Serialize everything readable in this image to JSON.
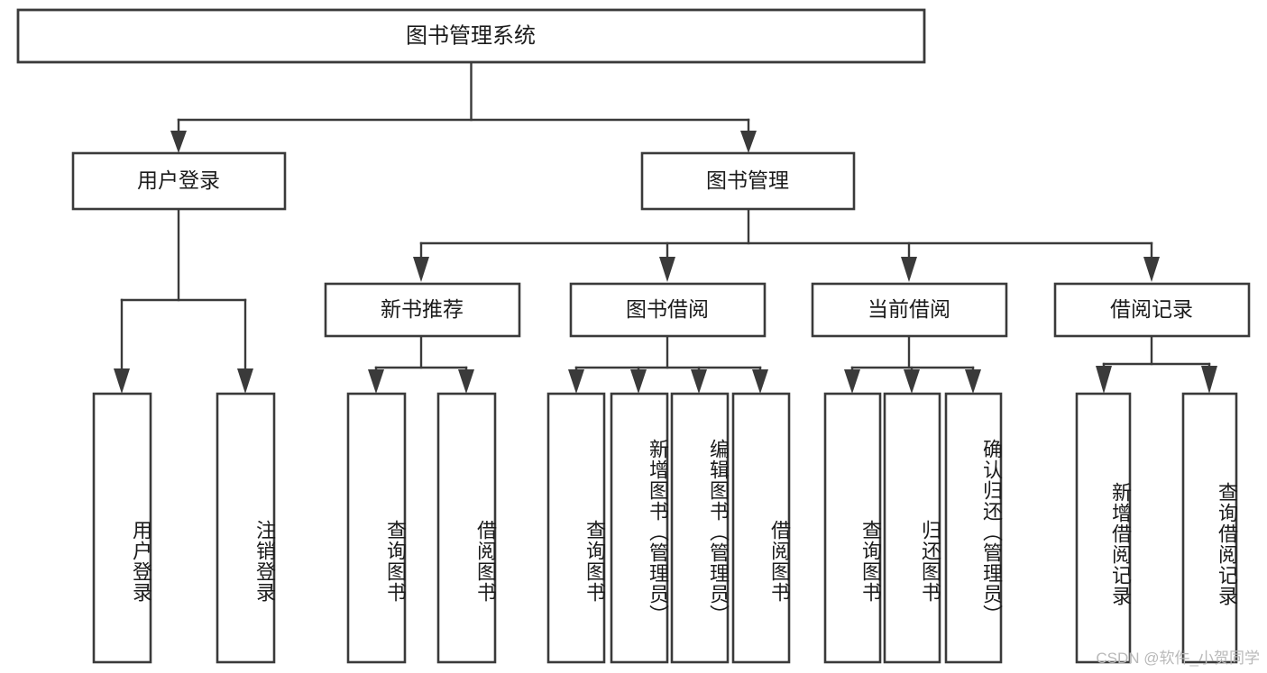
{
  "diagram": {
    "type": "tree-hierarchy",
    "title": "图书管理系统",
    "watermark": "CSDN @软件_小贺同学",
    "colors": {
      "stroke": "#3a3a3a",
      "fill": "#ffffff",
      "text": "#1b1b1b",
      "watermark": "#b9b9b9",
      "background": "#ffffff"
    },
    "levels": {
      "root": {
        "label": "图书管理系统"
      },
      "level2": [
        {
          "label": "用户登录"
        },
        {
          "label": "图书管理"
        }
      ],
      "level3": [
        {
          "label": "新书推荐"
        },
        {
          "label": "图书借阅"
        },
        {
          "label": "当前借阅"
        },
        {
          "label": "借阅记录"
        }
      ]
    },
    "nodes": {
      "root": "图书管理系统",
      "user_login": "用户登录",
      "book_manage": "图书管理",
      "new_book_rec": "新书推荐",
      "book_borrow": "图书借阅",
      "current_borrow": "当前借阅",
      "borrow_record": "借阅记录"
    },
    "leaves": {
      "user_login": [
        "用户登录",
        "注销登录"
      ],
      "new_book_rec": [
        "查询图书",
        "借阅图书"
      ],
      "book_borrow": [
        "查询图书",
        "新增图书（管理员）",
        "编辑图书（管理员）",
        "借阅图书"
      ],
      "current_borrow": [
        "查询图书",
        "归还图书",
        "确认归还（管理员）"
      ],
      "borrow_record": [
        "新增借阅记录",
        "查询借阅记录"
      ]
    }
  }
}
